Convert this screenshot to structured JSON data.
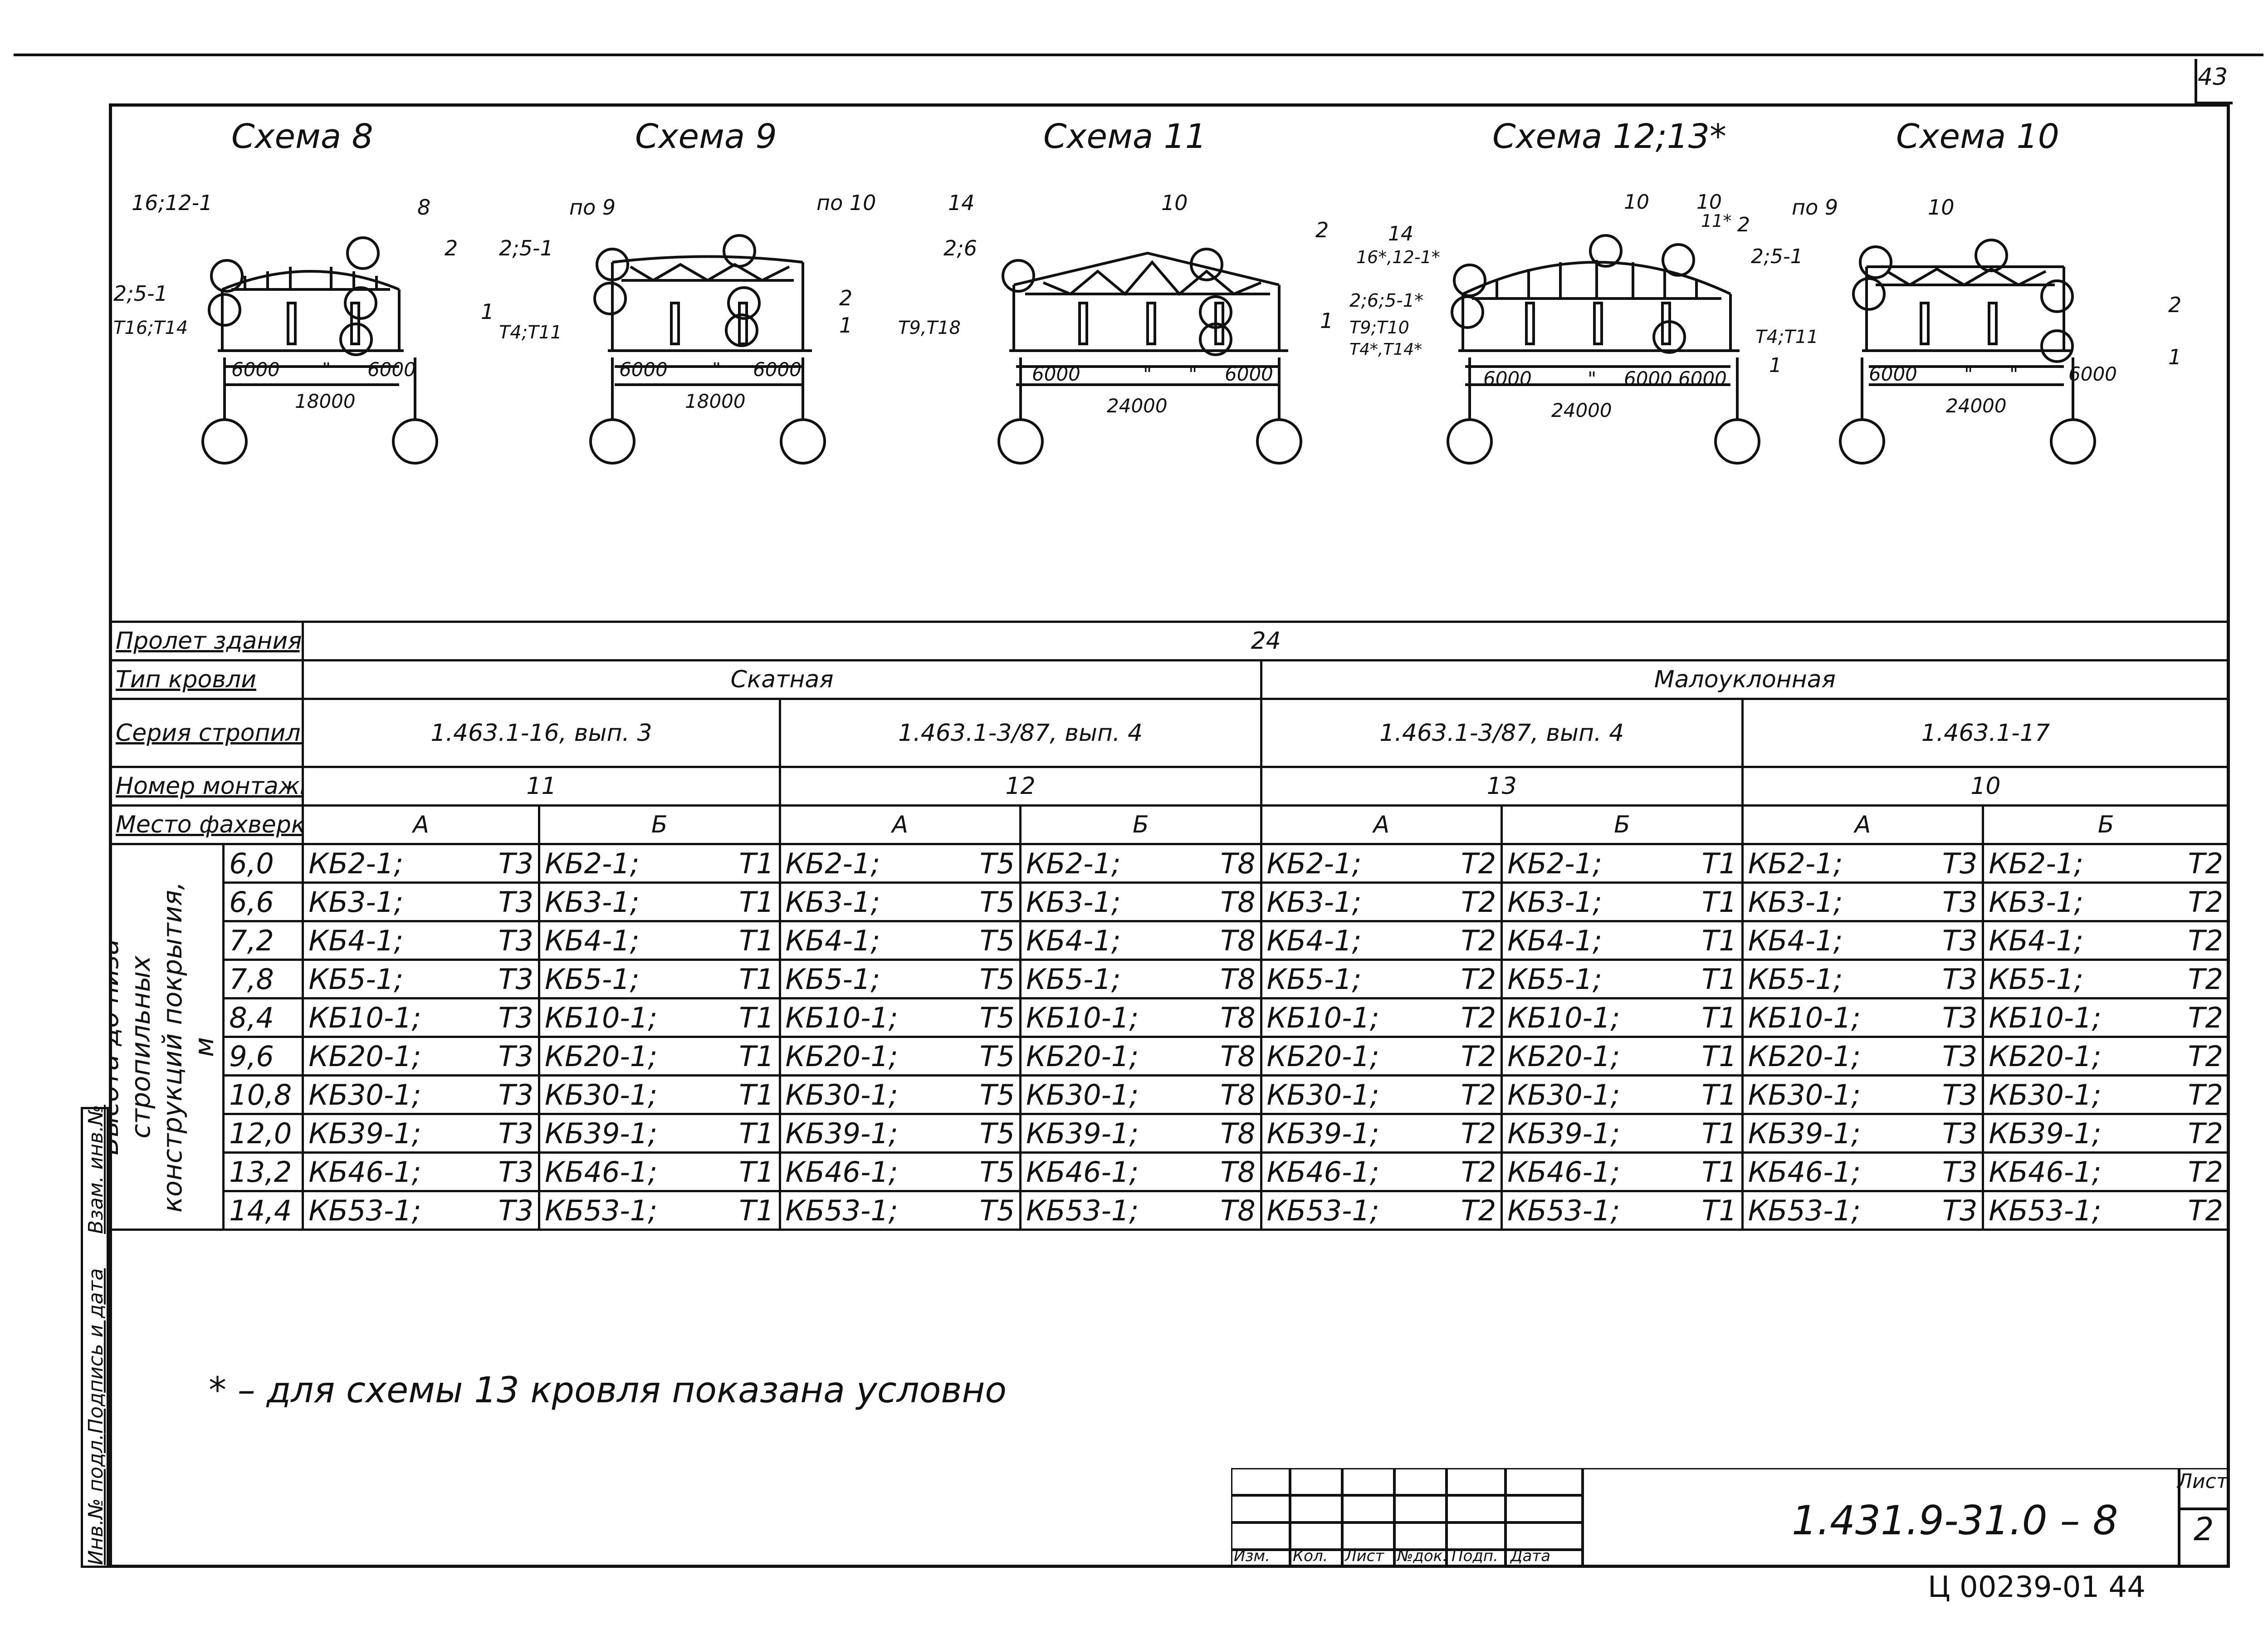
{
  "sheet_number": "43",
  "schemes": [
    {
      "title": "Схема 8",
      "labels": [
        "16;12-1",
        "8",
        "2",
        "2;5-1",
        "Т16;Т14",
        "1",
        "Т4;Т11"
      ],
      "dims": [
        "6000",
        "\"",
        "6000",
        "18000"
      ]
    },
    {
      "title": "Схема 9",
      "labels": [
        "по 9",
        "по 10",
        "2;5-1",
        "2",
        "1"
      ],
      "dims": [
        "6000",
        "\"",
        "6000",
        "18000"
      ]
    },
    {
      "title": "Схема 11",
      "labels": [
        "14",
        "10",
        "2",
        "2;6",
        "Т9,Т18",
        "1"
      ],
      "dims": [
        "6000",
        "\"",
        "\"",
        "6000",
        "24000"
      ]
    },
    {
      "title": "Схема 12;13*",
      "labels": [
        "14",
        "16*,12-1*",
        "10",
        "10",
        "11*",
        "2",
        "2;6;5-1*",
        "Т9;Т10",
        "Т4*,Т14*",
        "1"
      ],
      "dims": [
        "6000",
        "\"",
        "6000",
        "6000",
        "24000"
      ]
    },
    {
      "title": "Схема 10",
      "labels": [
        "по 9",
        "10",
        "2;5-1",
        "Т4;Т11",
        "2",
        "1"
      ],
      "dims": [
        "6000",
        "\"",
        "\"",
        "6000",
        "24000"
      ]
    }
  ],
  "table": {
    "row_labels": {
      "span": "Пролет здания, м",
      "roof": "Тип кровли",
      "series": "Серия стропильных, конструкций",
      "scheme_no": "Номер монтажной схемы фахв.колонн",
      "column_place": "Место фахверковой колонн по схеме",
      "height": "Высота до низа стропильных конструкций покрытия, м"
    },
    "span_value": "24",
    "roof_types": [
      "Скатная",
      "Малоуклонная"
    ],
    "series": [
      "1.463.1-16, вып. 3",
      "1.463.1-3/87, вып. 4",
      "1.463.1-3/87, вып. 4",
      "1.463.1-17"
    ],
    "scheme_numbers": [
      "11",
      "12",
      "13",
      "10"
    ],
    "places": [
      "А",
      "Б",
      "А",
      "Б",
      "А",
      "Б",
      "А",
      "Б"
    ],
    "heights": [
      "6,0",
      "6,6",
      "7,2",
      "7,8",
      "8,4",
      "9,6",
      "10,8",
      "12,0",
      "13,2",
      "14,4"
    ],
    "rows": [
      [
        [
          "КБ2-1;",
          "Т3"
        ],
        [
          "КБ2-1;",
          "Т1"
        ],
        [
          "КБ2-1;",
          "Т5"
        ],
        [
          "КБ2-1;",
          "Т8"
        ],
        [
          "КБ2-1;",
          "Т2"
        ],
        [
          "КБ2-1;",
          "Т1"
        ],
        [
          "КБ2-1;",
          "Т3"
        ],
        [
          "КБ2-1;",
          "Т2"
        ]
      ],
      [
        [
          "КБ3-1;",
          "Т3"
        ],
        [
          "КБ3-1;",
          "Т1"
        ],
        [
          "КБ3-1;",
          "Т5"
        ],
        [
          "КБ3-1;",
          "Т8"
        ],
        [
          "КБ3-1;",
          "Т2"
        ],
        [
          "КБ3-1;",
          "Т1"
        ],
        [
          "КБ3-1;",
          "Т3"
        ],
        [
          "КБ3-1;",
          "Т2"
        ]
      ],
      [
        [
          "КБ4-1;",
          "Т3"
        ],
        [
          "КБ4-1;",
          "Т1"
        ],
        [
          "КБ4-1;",
          "Т5"
        ],
        [
          "КБ4-1;",
          "Т8"
        ],
        [
          "КБ4-1;",
          "Т2"
        ],
        [
          "КБ4-1;",
          "Т1"
        ],
        [
          "КБ4-1;",
          "Т3"
        ],
        [
          "КБ4-1;",
          "Т2"
        ]
      ],
      [
        [
          "КБ5-1;",
          "Т3"
        ],
        [
          "КБ5-1;",
          "Т1"
        ],
        [
          "КБ5-1;",
          "Т5"
        ],
        [
          "КБ5-1;",
          "Т8"
        ],
        [
          "КБ5-1;",
          "Т2"
        ],
        [
          "КБ5-1;",
          "Т1"
        ],
        [
          "КБ5-1;",
          "Т3"
        ],
        [
          "КБ5-1;",
          "Т2"
        ]
      ],
      [
        [
          "КБ10-1;",
          "Т3"
        ],
        [
          "КБ10-1;",
          "Т1"
        ],
        [
          "КБ10-1;",
          "Т5"
        ],
        [
          "КБ10-1;",
          "Т8"
        ],
        [
          "КБ10-1;",
          "Т2"
        ],
        [
          "КБ10-1;",
          "Т1"
        ],
        [
          "КБ10-1;",
          "Т3"
        ],
        [
          "КБ10-1;",
          "Т2"
        ]
      ],
      [
        [
          "КБ20-1;",
          "Т3"
        ],
        [
          "КБ20-1;",
          "Т1"
        ],
        [
          "КБ20-1;",
          "Т5"
        ],
        [
          "КБ20-1;",
          "Т8"
        ],
        [
          "КБ20-1;",
          "Т2"
        ],
        [
          "КБ20-1;",
          "Т1"
        ],
        [
          "КБ20-1;",
          "Т3"
        ],
        [
          "КБ20-1;",
          "Т2"
        ]
      ],
      [
        [
          "КБ30-1;",
          "Т3"
        ],
        [
          "КБ30-1;",
          "Т1"
        ],
        [
          "КБ30-1;",
          "Т5"
        ],
        [
          "КБ30-1;",
          "Т8"
        ],
        [
          "КБ30-1;",
          "Т2"
        ],
        [
          "КБ30-1;",
          "Т1"
        ],
        [
          "КБ30-1;",
          "Т3"
        ],
        [
          "КБ30-1;",
          "Т2"
        ]
      ],
      [
        [
          "КБ39-1;",
          "Т3"
        ],
        [
          "КБ39-1;",
          "Т1"
        ],
        [
          "КБ39-1;",
          "Т5"
        ],
        [
          "КБ39-1;",
          "Т8"
        ],
        [
          "КБ39-1;",
          "Т2"
        ],
        [
          "КБ39-1;",
          "Т1"
        ],
        [
          "КБ39-1;",
          "Т3"
        ],
        [
          "КБ39-1;",
          "Т2"
        ]
      ],
      [
        [
          "КБ46-1;",
          "Т3"
        ],
        [
          "КБ46-1;",
          "Т1"
        ],
        [
          "КБ46-1;",
          "Т5"
        ],
        [
          "КБ46-1;",
          "Т8"
        ],
        [
          "КБ46-1;",
          "Т2"
        ],
        [
          "КБ46-1;",
          "Т1"
        ],
        [
          "КБ46-1;",
          "Т3"
        ],
        [
          "КБ46-1;",
          "Т2"
        ]
      ],
      [
        [
          "КБ53-1;",
          "Т3"
        ],
        [
          "КБ53-1;",
          "Т1"
        ],
        [
          "КБ53-1;",
          "Т5"
        ],
        [
          "КБ53-1;",
          "Т8"
        ],
        [
          "КБ53-1;",
          "Т2"
        ],
        [
          "КБ53-1;",
          "Т1"
        ],
        [
          "КБ53-1;",
          "Т3"
        ],
        [
          "КБ53-1;",
          "Т2"
        ]
      ]
    ]
  },
  "note": "* – для схемы 13 кровля показана условно",
  "side_labels": [
    "Инв.№ подл.",
    "Подпись и дата",
    "Взам. инв.№"
  ],
  "stamp": {
    "columns": [
      "Изм.",
      "Кол.",
      "Лист",
      "№док.",
      "Подп.",
      "Дата"
    ],
    "code": "1.431.9-31.0 – 8",
    "list_label": "Лист",
    "list_number": "2"
  },
  "archive_number": "Ц 00239-01  44"
}
